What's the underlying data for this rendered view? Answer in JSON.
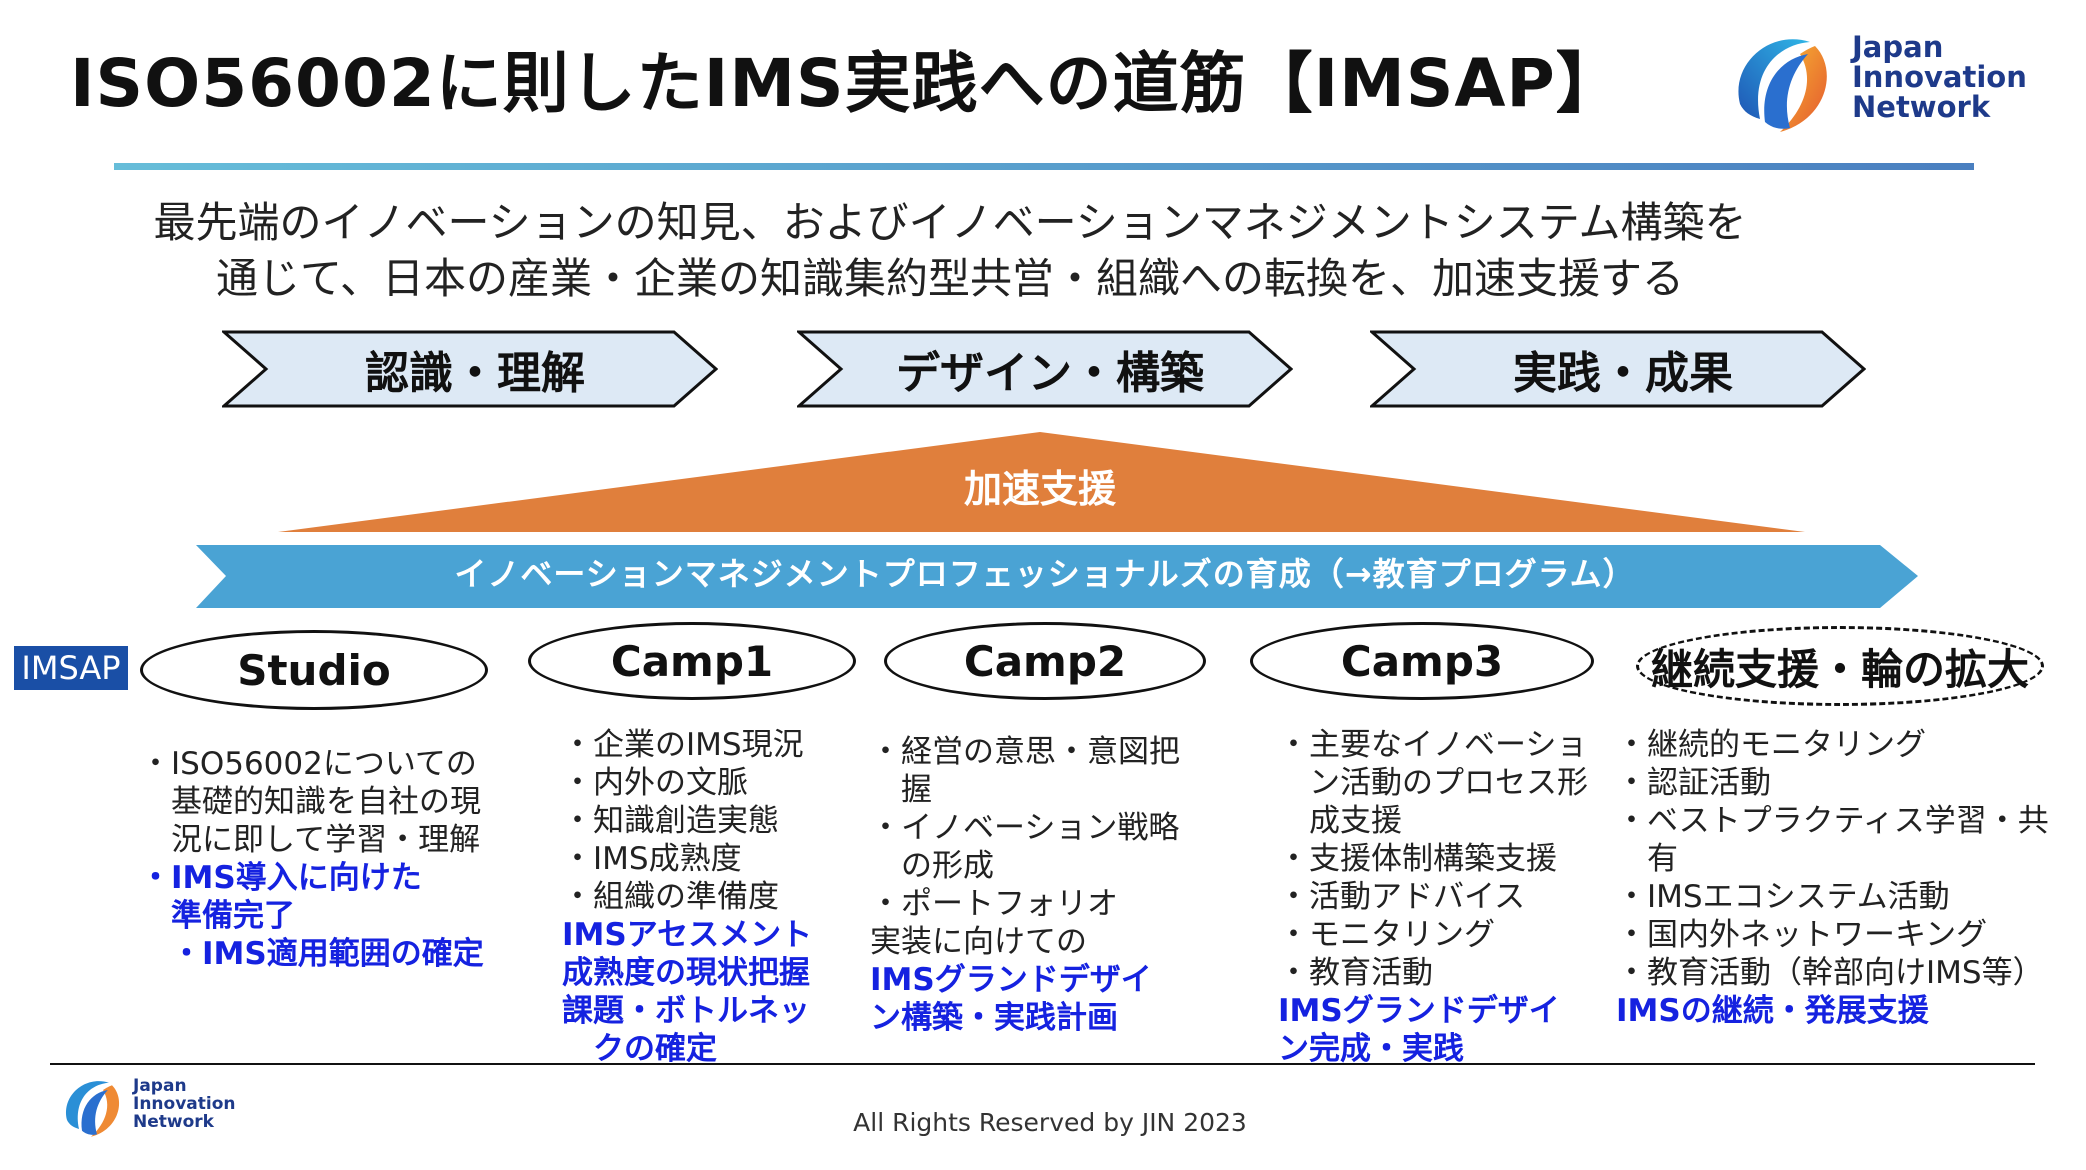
{
  "title": "ISO56002に則したIMS実践への道筋【IMSAP】",
  "logo": {
    "line1": "Japan",
    "line2": "Innovation",
    "line3": "Network"
  },
  "mission": {
    "line1": "最先端のイノベーションの知見、およびイノベーションマネジメントシステム構築を",
    "line2": "通じて、日本の産業・企業の知識集約型共営・組織への転換を、加速支援する"
  },
  "phases": [
    "認識・理解",
    "デザイン・構築",
    "実践・成果"
  ],
  "acceleration_label": "加速支援",
  "band_label": "イノベーションマネジメントプロフェッショナルズの育成（→教育プログラム）",
  "imsap_badge": "IMSAP",
  "stages": [
    {
      "name": "Studio",
      "items": [
        "・ISO56002についての",
        "　基礎的知識を自社の現",
        "　況に即して学習・理解"
      ],
      "outcomes": [
        "・IMS導入に向けた",
        "　準備完了",
        "　・IMS適用範囲の確定"
      ]
    },
    {
      "name": "Camp1",
      "items": [
        "・企業のIMS現況",
        "・内外の文脈",
        "・知識創造実態",
        "・IMS成熟度",
        "・組織の準備度"
      ],
      "outcomes": [
        "IMSアセスメント",
        "成熟度の現状把握",
        "課題・ボトルネッ",
        "　クの確定"
      ]
    },
    {
      "name": "Camp2",
      "items": [
        "・経営の意思・意図把",
        "　握",
        "・イノベーション戦略",
        "　の形成",
        "・ポートフォリオ",
        "実装に向けての"
      ],
      "outcomes": [
        "IMSグランドデザイ",
        "ン構築・実践計画"
      ]
    },
    {
      "name": "Camp3",
      "items": [
        "・主要なイノベーショ",
        "　ン活動のプロセス形",
        "　成支援",
        "・支援体制構築支援",
        "・活動アドバイス",
        "・モニタリング",
        "・教育活動"
      ],
      "outcomes": [
        "IMSグランドデザイ",
        "ン完成・実践"
      ]
    },
    {
      "name": "継続支援・輪の拡大",
      "items": [
        "・継続的モニタリング",
        "・認証活動",
        "・ベストプラクティス学習・共",
        "　有",
        "・IMSエコシステム活動",
        "・国内外ネットワーキング",
        "・教育活動（幹部向けIMS等）"
      ],
      "outcomes": [
        "IMSの継続・発展支援"
      ]
    }
  ],
  "footer": "All Rights Reserved by JIN 2023",
  "colors": {
    "orange": "#e07f3c",
    "band_blue": "#4aa3d4",
    "chevron_fill": "#dde9f5",
    "outcome_blue": "#1522e0",
    "badge_blue": "#1a4fa6"
  }
}
